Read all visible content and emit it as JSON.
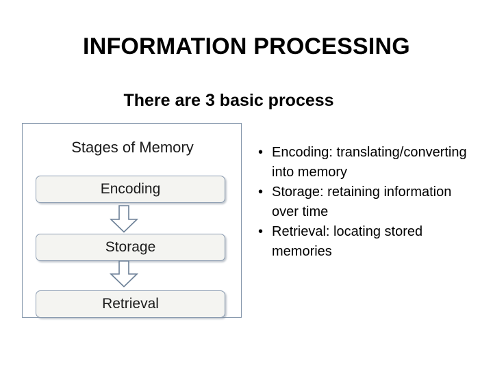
{
  "slide": {
    "title": "INFORMATION PROCESSING",
    "subtitle": "There are 3 basic process",
    "background_color": "#ffffff",
    "text_color": "#000000"
  },
  "diagram": {
    "heading": "Stages of Memory",
    "border_color": "#8496ab",
    "box_fill_color": "#f4f4f1",
    "box_border_color": "#8a9bb0",
    "arrow_color": "#6b7f96",
    "stages": [
      {
        "label": "Encoding"
      },
      {
        "label": "Storage"
      },
      {
        "label": "Retrieval"
      }
    ],
    "connectors": [
      {
        "name": "arrow-encoding-to-storage"
      },
      {
        "name": "arrow-storage-to-retrieval"
      }
    ]
  },
  "bullets": {
    "marker": "•",
    "items": [
      {
        "text": "Encoding: translating/converting into memory"
      },
      {
        "text": "Storage: retaining information over time"
      },
      {
        "text": "Retrieval: locating stored memories"
      }
    ]
  }
}
